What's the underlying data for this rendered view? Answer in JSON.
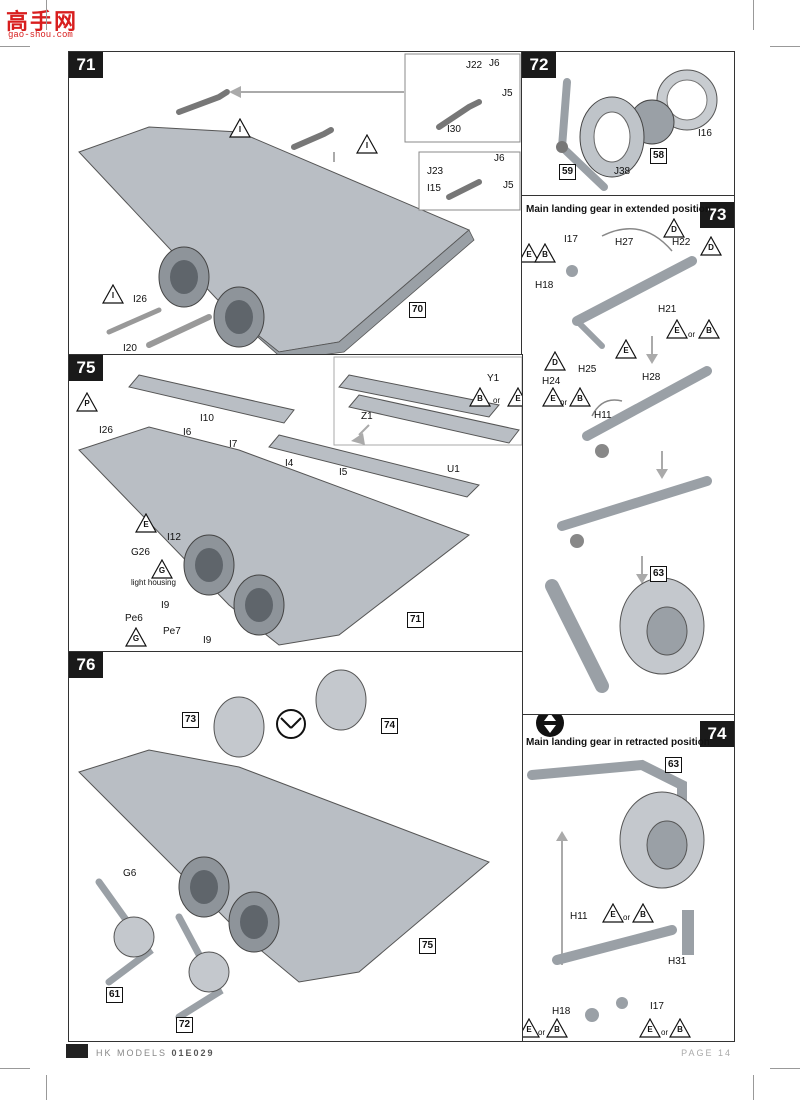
{
  "watermark": {
    "cn_text": "高手网",
    "url": "gao-shou.com"
  },
  "footer": {
    "brand": "HK MODELS",
    "code": "01E029",
    "page": "PAGE 14"
  },
  "colors": {
    "part_gray": "#b9bec4",
    "line": "#333333",
    "box_bg": "#1a1a1a"
  },
  "steps": {
    "s71": {
      "number": "71",
      "labels": [
        "J22",
        "J6",
        "J5",
        "I30",
        "J23",
        "J6",
        "I15",
        "J5",
        "I26",
        "I20"
      ],
      "triangles": [
        "I",
        "I",
        "I"
      ],
      "ref_box": "70"
    },
    "s72": {
      "number": "72",
      "labels": [
        "I16",
        "J38"
      ],
      "ref_boxes": [
        "58",
        "59"
      ]
    },
    "s73": {
      "number": "73",
      "title": "Main landing gear in extended position",
      "labels": [
        "I17",
        "H27",
        "H22",
        "H18",
        "H21",
        "H25",
        "H24",
        "H28",
        "H11"
      ],
      "triangles": [
        "E",
        "B",
        "D",
        "D",
        "E",
        "B",
        "D",
        "E",
        "E",
        "B"
      ],
      "or_text": "or",
      "ref_box": "63"
    },
    "s74": {
      "number": "74",
      "title": "Main landing gear in retracted position",
      "labels": [
        "H11",
        "H31",
        "H18",
        "I17"
      ],
      "triangles": [
        "E",
        "B",
        "E",
        "B",
        "E",
        "B"
      ],
      "or_text": "or",
      "ref_box": "63"
    },
    "s75": {
      "number": "75",
      "labels": [
        "Y1",
        "Z1",
        "I26",
        "I10",
        "I6",
        "I7",
        "I4",
        "I5",
        "U1",
        "I12",
        "G26",
        "light housing",
        "I9",
        "Pe6",
        "Pe7",
        "I9"
      ],
      "triangles": [
        "P",
        "E",
        "B",
        "E",
        "G",
        "G"
      ],
      "or_text": "or",
      "ref_box": "71"
    },
    "s76": {
      "number": "76",
      "labels": [
        "G6"
      ],
      "ref_boxes": [
        "73",
        "74",
        "75",
        "61",
        "72"
      ]
    }
  }
}
